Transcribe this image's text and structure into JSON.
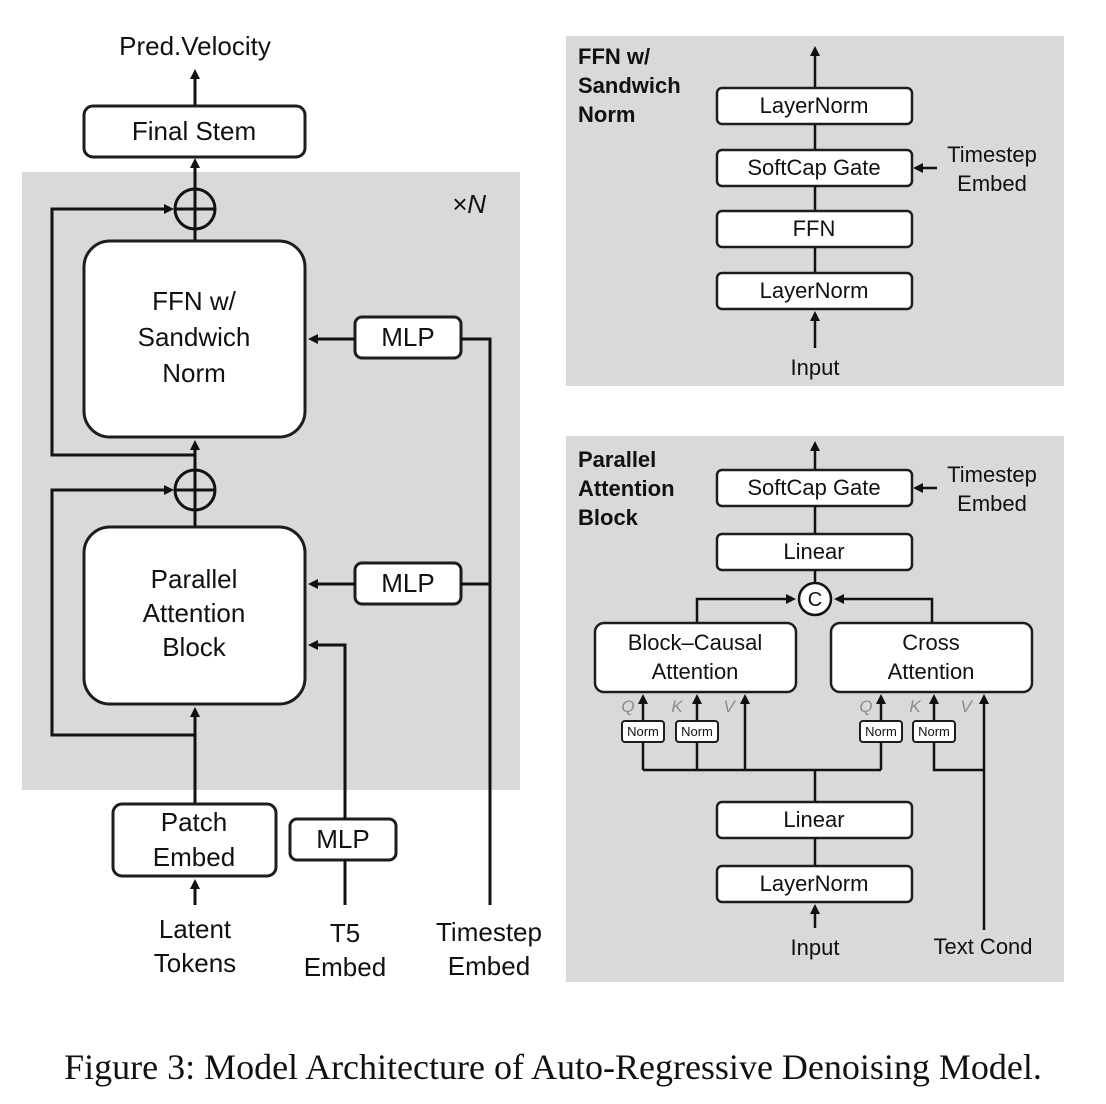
{
  "left": {
    "output_label": "Pred.Velocity",
    "final_stem": "Final Stem",
    "repeat_label": "×N",
    "ffn_block": [
      "FFN w/",
      "Sandwich",
      "Norm"
    ],
    "attn_block": [
      "Parallel",
      "Attention",
      "Block"
    ],
    "mlp_ffn": "MLP",
    "mlp_attn": "MLP",
    "mlp_t5": "MLP",
    "patch_embed": [
      "Patch",
      "Embed"
    ],
    "input_latent": [
      "Latent",
      "Tokens"
    ],
    "input_t5": [
      "T5",
      "Embed"
    ],
    "input_timestep": [
      "Timestep",
      "Embed"
    ]
  },
  "ffn_panel": {
    "title": [
      "FFN w/",
      "Sandwich",
      "Norm"
    ],
    "layernorm_top": "LayerNorm",
    "softcap": "SoftCap Gate",
    "ffn": "FFN",
    "layernorm_bottom": "LayerNorm",
    "input": "Input",
    "timestep": [
      "Timestep",
      "Embed"
    ]
  },
  "attn_panel": {
    "title": [
      "Parallel",
      "Attention",
      "Block"
    ],
    "softcap": "SoftCap Gate",
    "timestep": [
      "Timestep",
      "Embed"
    ],
    "linear_top": "Linear",
    "concat": "C",
    "block_causal": [
      "Block–Causal",
      "Attention"
    ],
    "cross_attn": [
      "Cross",
      "Attention"
    ],
    "q": "Q",
    "k": "K",
    "v": "V",
    "norm": "Norm",
    "linear_bottom": "Linear",
    "layernorm": "LayerNorm",
    "input": "Input",
    "text_cond": "Text Cond"
  },
  "caption": "Figure 3: Model Architecture of Auto-Regressive Denoising Model."
}
